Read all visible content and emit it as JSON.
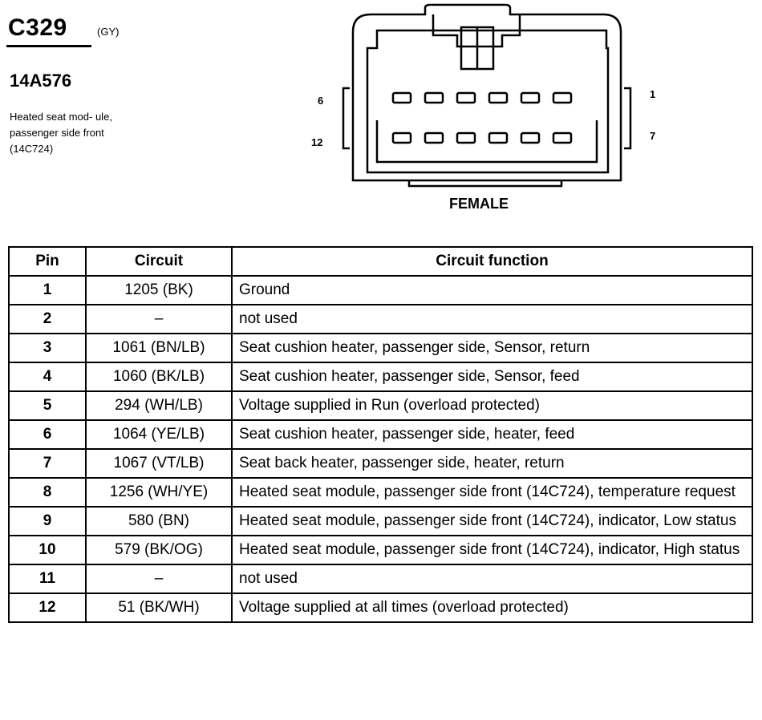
{
  "header": {
    "connector_code": "C329",
    "color_code": "(GY)",
    "part_number": "14A576",
    "description": "Heated seat mod- ule, passenger side front (14C724)"
  },
  "connector": {
    "pin_labels": {
      "top_left": "6",
      "bottom_left": "12",
      "top_right": "1",
      "bottom_right": "7"
    },
    "gender": "FEMALE",
    "cavities_per_row": 6
  },
  "table": {
    "headers": {
      "pin": "Pin",
      "circuit": "Circuit",
      "function": "Circuit function"
    },
    "rows": [
      {
        "pin": "1",
        "circuit": "1205 (BK)",
        "function": "Ground"
      },
      {
        "pin": "2",
        "circuit": "–",
        "function": "not used"
      },
      {
        "pin": "3",
        "circuit": "1061 (BN/LB)",
        "function": "Seat cushion heater, passenger side, Sensor, return"
      },
      {
        "pin": "4",
        "circuit": "1060 (BK/LB)",
        "function": "Seat cushion heater, passenger side, Sensor, feed"
      },
      {
        "pin": "5",
        "circuit": "294 (WH/LB)",
        "function": "Voltage supplied in Run (overload protected)"
      },
      {
        "pin": "6",
        "circuit": "1064 (YE/LB)",
        "function": "Seat cushion heater, passenger side, heater, feed"
      },
      {
        "pin": "7",
        "circuit": "1067 (VT/LB)",
        "function": "Seat back heater, passenger side, heater, return"
      },
      {
        "pin": "8",
        "circuit": "1256 (WH/YE)",
        "function": "Heated seat module, passenger side front (14C724), temperature request"
      },
      {
        "pin": "9",
        "circuit": "580 (BN)",
        "function": "Heated seat module, passenger side front (14C724), indicator, Low status"
      },
      {
        "pin": "10",
        "circuit": "579 (BK/OG)",
        "function": "Heated seat module, passenger side front (14C724), indicator, High status"
      },
      {
        "pin": "11",
        "circuit": "–",
        "function": "not used"
      },
      {
        "pin": "12",
        "circuit": "51 (BK/WH)",
        "function": "Voltage supplied at all times (overload protected)"
      }
    ]
  }
}
